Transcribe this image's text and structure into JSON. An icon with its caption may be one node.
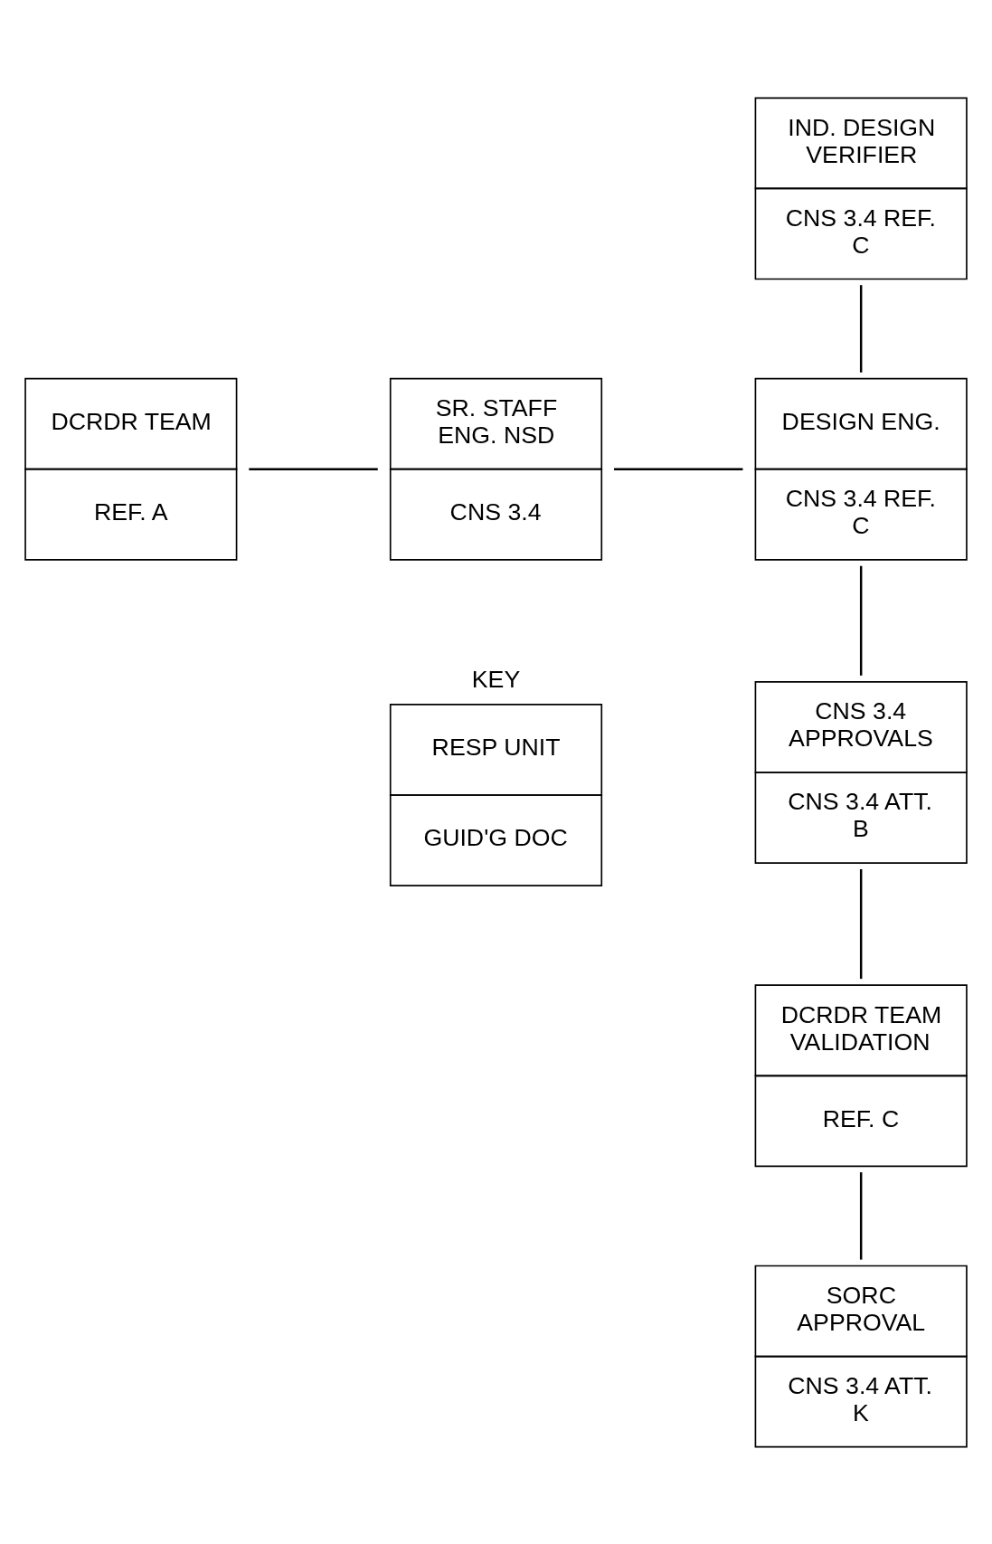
{
  "diagram": {
    "nodes": [
      {
        "text": [
          "IND. DESIGN VERIFIER",
          "CNS 3.4 REF. C"
        ]
      },
      {
        "text": [
          "DCRDR TEAM",
          "REF. A"
        ]
      },
      {
        "text": [
          "SR. STAFF ENG. NSD",
          "CNS 3.4"
        ]
      },
      {
        "text": [
          "DESIGN ENG.",
          "CNS 3.4 REF. C"
        ]
      },
      {
        "text": [
          "KEY",
          "RESP UNIT",
          "GUID'G DOC"
        ]
      },
      {
        "text": [
          "CNS 3.4 APPROVALS",
          "CNS 3.4 ATT. B"
        ]
      },
      {
        "text": [
          "DCRDR TEAM VALIDATION",
          "REF. C"
        ]
      },
      {
        "text": [
          "SORC APPROVAL",
          "CNS 3.4 ATT. K"
        ]
      }
    ],
    "edges": [
      {
        "from": 0,
        "to": 3,
        "arrow": "none"
      },
      {
        "from": 1,
        "to": 2,
        "arrow": "none"
      },
      {
        "from": 2,
        "to": 3,
        "arrow": "none"
      },
      {
        "from": 3,
        "to": 5,
        "arrow": "none"
      },
      {
        "from": 5,
        "to": 6,
        "arrow": "none"
      },
      {
        "from": 6,
        "to": 7,
        "arrow": "none"
      }
    ]
  }
}
